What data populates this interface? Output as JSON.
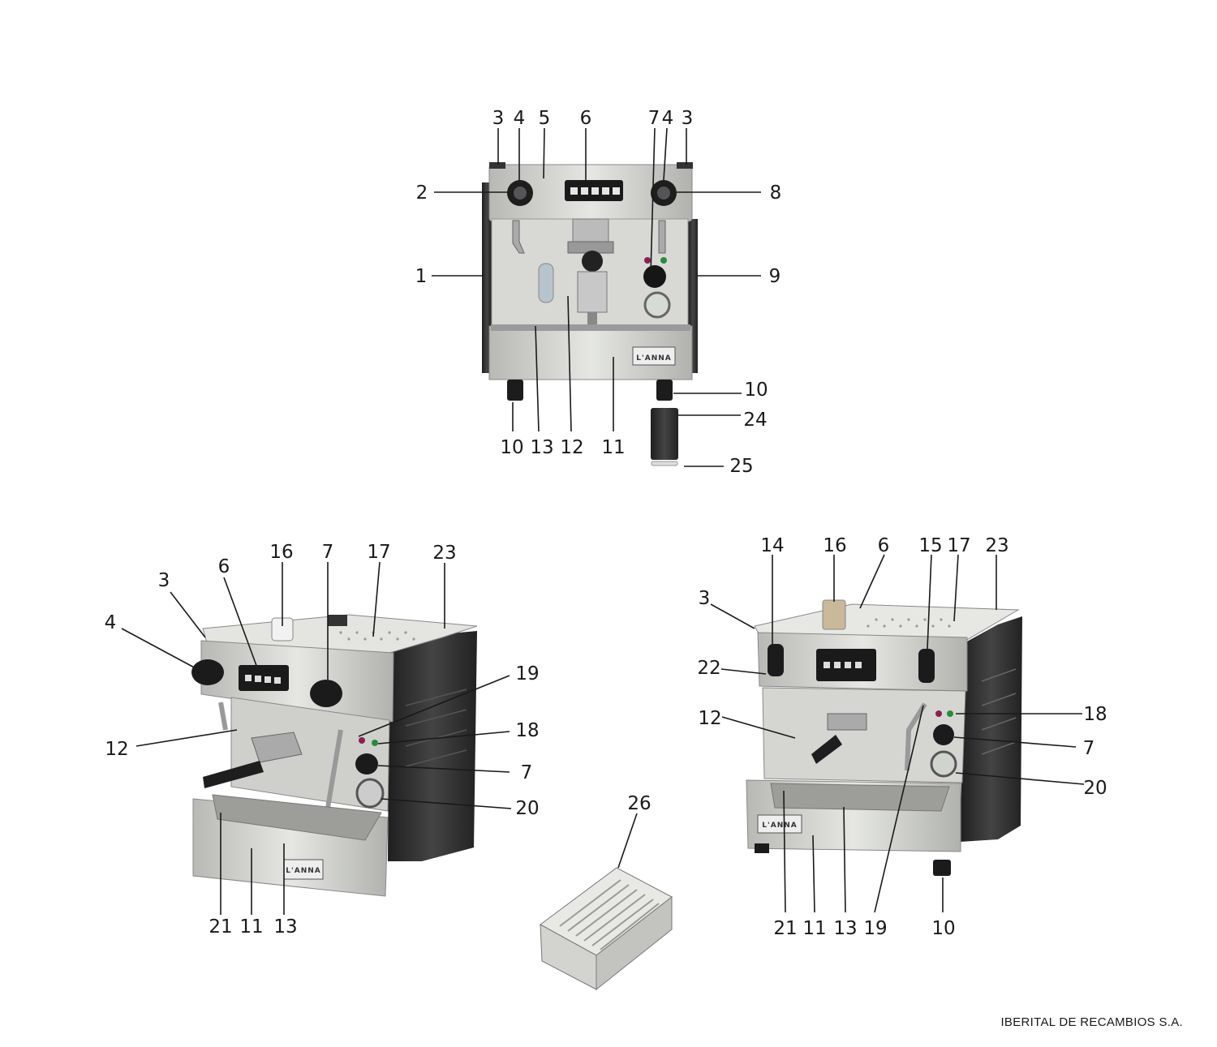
{
  "footer": "IBERITAL DE RECAMBIOS S.A.",
  "brand": "L'ANNA",
  "labels": {
    "front_top": [
      "3",
      "4",
      "5",
      "6",
      "7",
      "4",
      "3"
    ],
    "front_left": [
      "2",
      "1"
    ],
    "front_right": [
      "8",
      "9",
      "10",
      "24",
      "25"
    ],
    "front_bottom": [
      "10",
      "13",
      "12",
      "11"
    ],
    "left_view": [
      "16",
      "7",
      "17",
      "23",
      "6",
      "3",
      "4",
      "19",
      "12",
      "18",
      "7",
      "20",
      "21",
      "11",
      "13"
    ],
    "right_view": [
      "14",
      "16",
      "6",
      "15",
      "17",
      "23",
      "3",
      "22",
      "12",
      "18",
      "7",
      "20",
      "21",
      "11",
      "13",
      "19",
      "10"
    ],
    "tray": [
      "26"
    ]
  },
  "colors": {
    "body_dark": "#2b2b2b",
    "steel": "#c9cac6",
    "steel_light": "#e3e4e0",
    "line": "#1a1a1a"
  }
}
